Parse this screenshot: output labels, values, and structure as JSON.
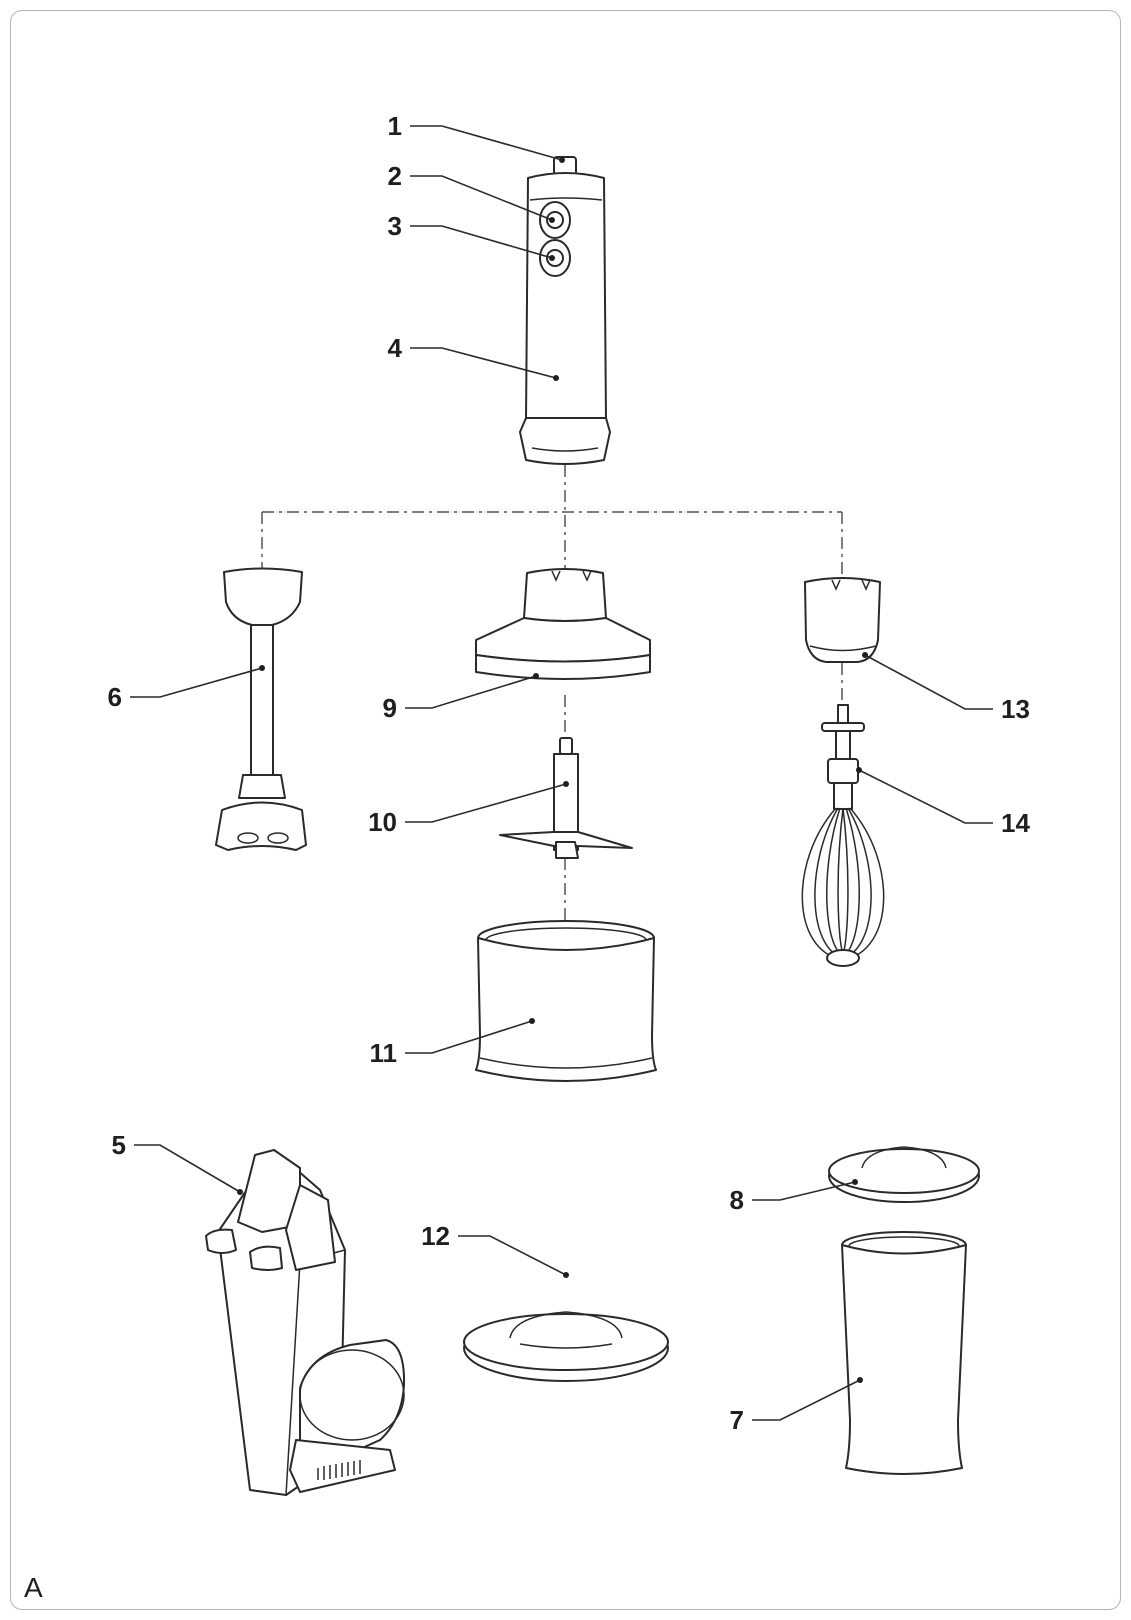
{
  "figure_letter": "A",
  "parts": [
    {
      "number": "1"
    },
    {
      "number": "2"
    },
    {
      "number": "3"
    },
    {
      "number": "4"
    },
    {
      "number": "5"
    },
    {
      "number": "6"
    },
    {
      "number": "7"
    },
    {
      "number": "8"
    },
    {
      "number": "9"
    },
    {
      "number": "10"
    },
    {
      "number": "11"
    },
    {
      "number": "12"
    },
    {
      "number": "13"
    },
    {
      "number": "14"
    }
  ]
}
